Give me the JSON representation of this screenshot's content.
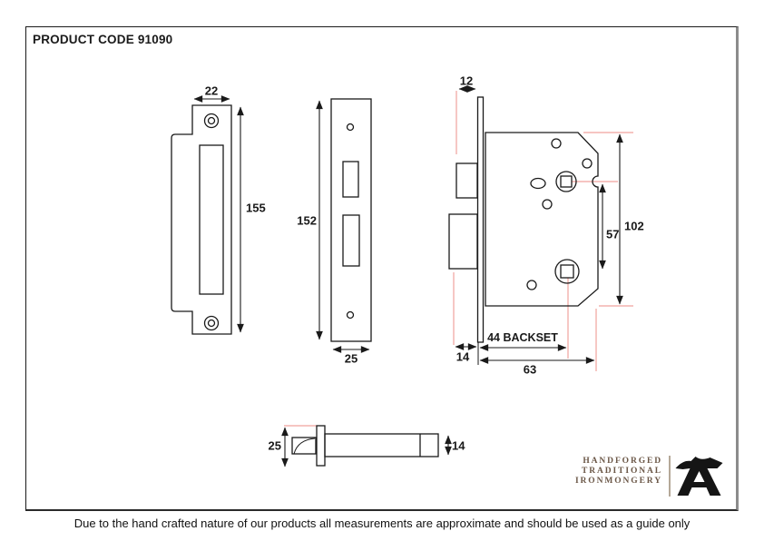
{
  "header": {
    "product_code": "PRODUCT CODE 91090"
  },
  "dims": {
    "strike_width": "22",
    "strike_height": "155",
    "faceplate_height": "152",
    "faceplate_width": "25",
    "latch_projection": "12",
    "follower_centers": "57",
    "case_height": "102",
    "faceplate_offset": "14",
    "backset": "44 BACKSET",
    "case_depth": "63",
    "latch_body_height": "25",
    "latch_barrel_height": "14"
  },
  "brand": {
    "line1": "HANDFORGED",
    "line2": "TRADITIONAL",
    "line3": "IRONMONGERY",
    "logo_icon": "anvil-logo"
  },
  "footer": {
    "disclaimer": "Due to the hand crafted nature of our products all measurements are approximate and should be used as a guide only"
  },
  "colors": {
    "drawing_line": "#1a1a1a",
    "extension_line": "#f0a29d",
    "brand_text": "#6b5747",
    "logo": "#151515",
    "frame_border": "#1a1a1a"
  }
}
